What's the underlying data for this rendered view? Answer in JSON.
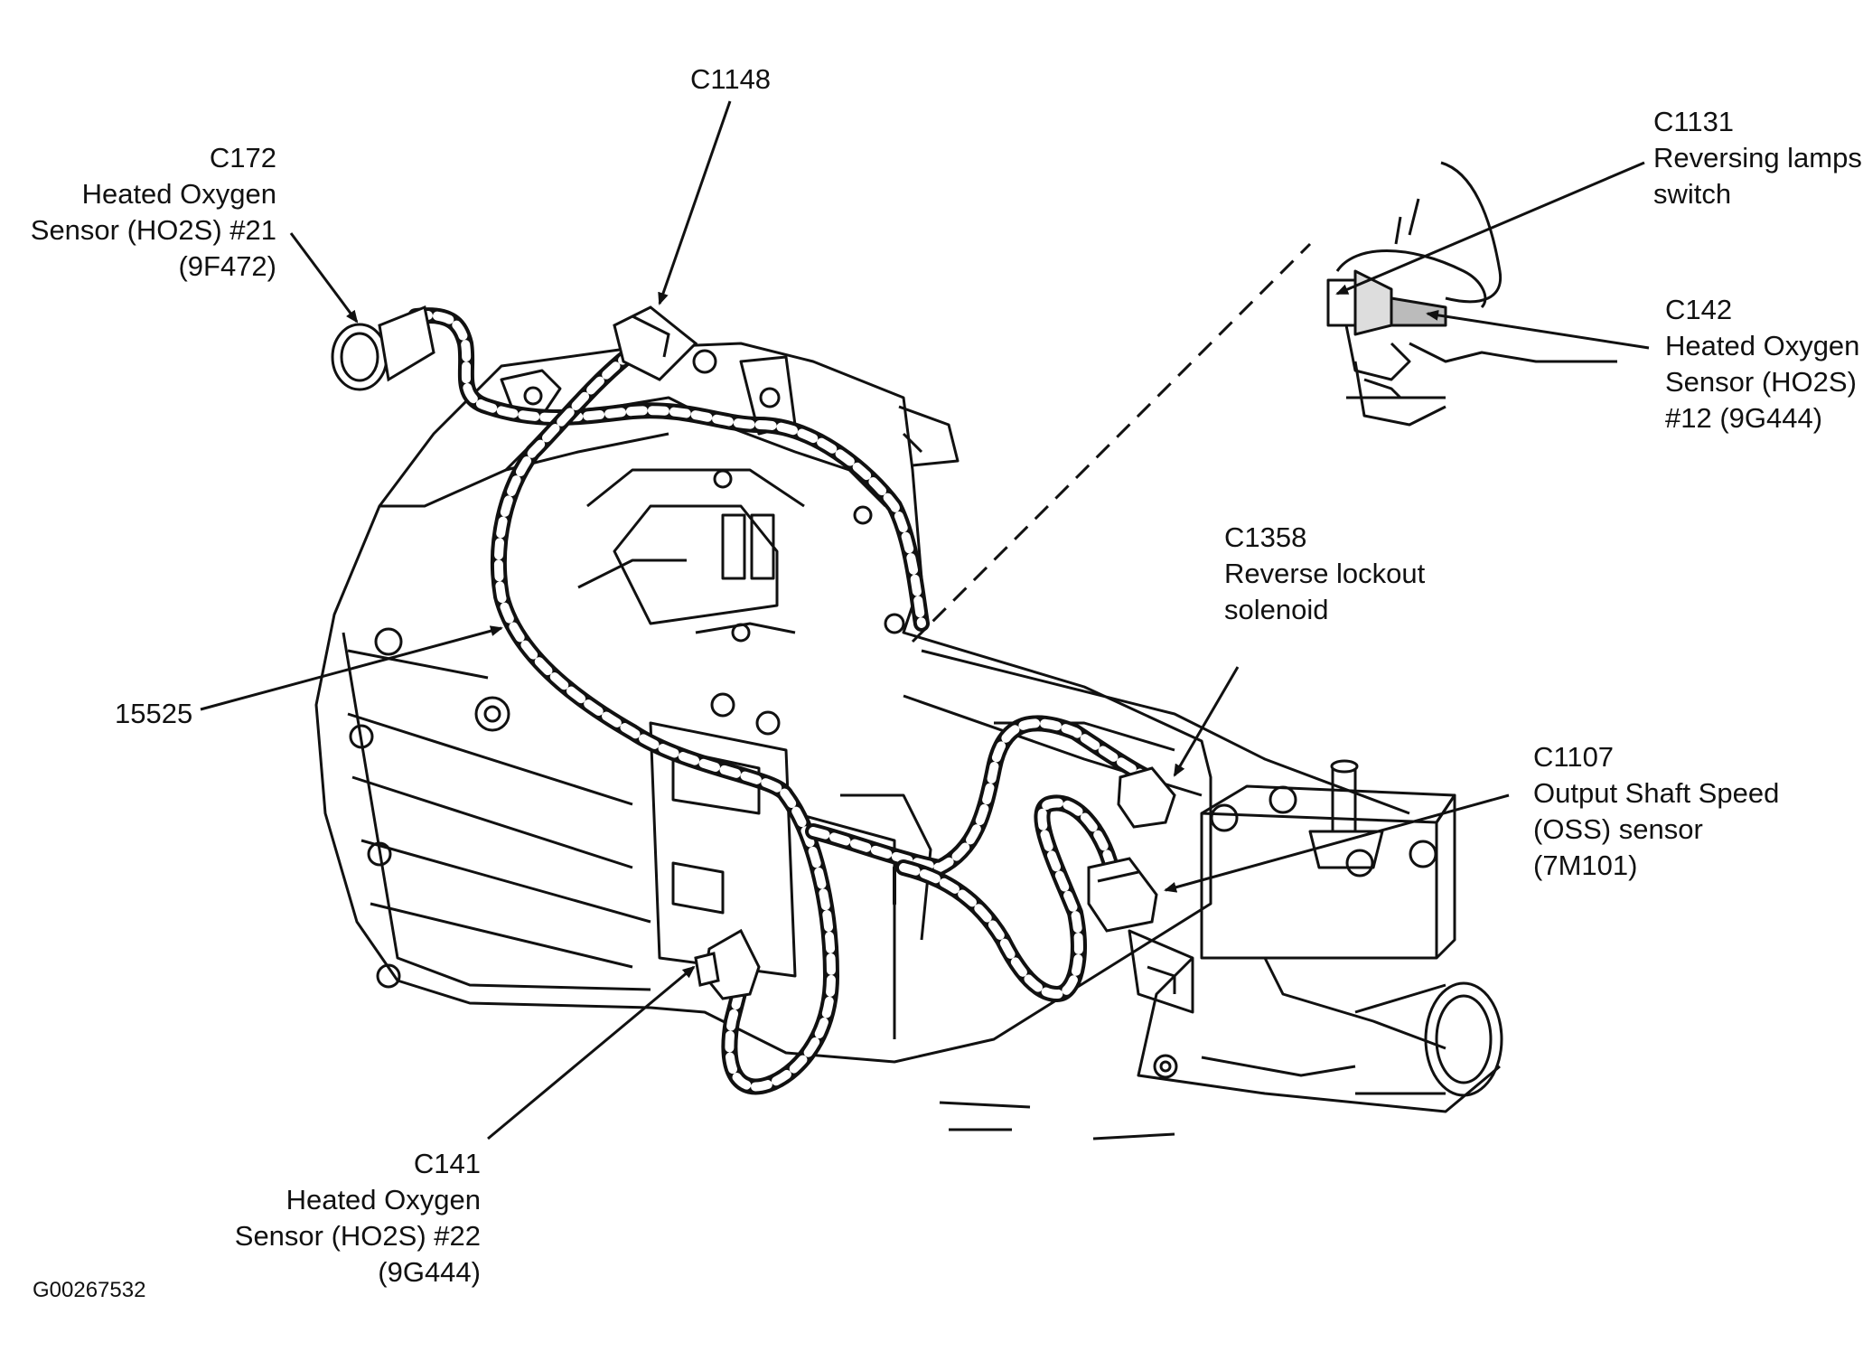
{
  "callouts": {
    "c172": {
      "code": "C172",
      "line1": "Heated Oxygen",
      "line2": "Sensor (HO2S) #21",
      "part": "(9F472)"
    },
    "c1148": {
      "code": "C1148"
    },
    "c1131": {
      "code": "C1131",
      "line1": "Reversing lamps",
      "line2": "switch"
    },
    "c142": {
      "code": "C142",
      "line1": "Heated Oxygen",
      "line2": "Sensor (HO2S)",
      "line3": "#12 (9G444)"
    },
    "c1358": {
      "code": "C1358",
      "line1": "Reverse lockout",
      "line2": "solenoid"
    },
    "harness": {
      "code": "15525"
    },
    "c1107": {
      "code": "C1107",
      "line1": "Output Shaft Speed",
      "line2": "(OSS) sensor",
      "part": "(7M101)"
    },
    "c141": {
      "code": "C141",
      "line1": "Heated Oxygen",
      "line2": "Sensor (HO2S) #22",
      "part": "(9G444)"
    }
  },
  "figure_id": "G00267532",
  "colors": {
    "ink": "#111111",
    "background": "#ffffff"
  }
}
